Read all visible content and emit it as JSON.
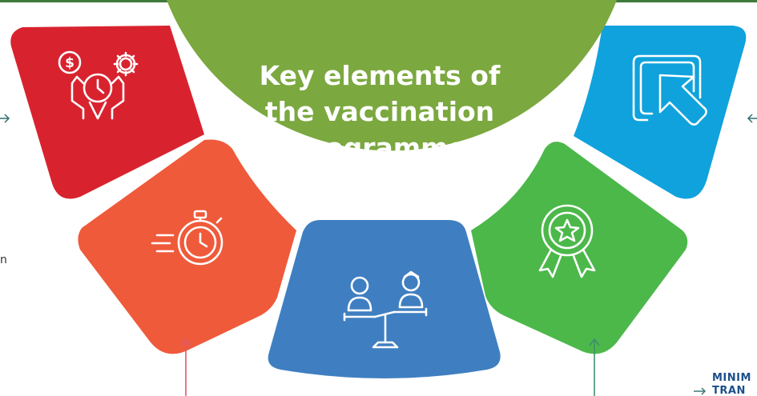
{
  "title_lines": [
    "Key elements of",
    "the vaccination",
    "programme"
  ],
  "edge_texts": {
    "bottom_right_line1": "MINIM",
    "bottom_right_line2": "TRAN",
    "left_fragment": "n"
  },
  "colors": {
    "top_line": "#3f7a3c",
    "center": "#7ba83f",
    "red": "#d8232f",
    "orange": "#ef5a3a",
    "blue": "#3f7fc1",
    "green": "#4cb84a",
    "cyan": "#0fa2dc",
    "navy_text": "#1c4f8a",
    "arrow_pink": "#e2586a",
    "arrow_green": "#3f8f6f"
  },
  "segments": [
    {
      "color": "red",
      "icon": "money-time-gear-icon"
    },
    {
      "color": "orange",
      "icon": "stopwatch-icon"
    },
    {
      "color": "blue",
      "icon": "people-balance-icon"
    },
    {
      "color": "green",
      "icon": "award-badge-icon"
    },
    {
      "color": "cyan",
      "icon": "cursor-arrow-icon"
    }
  ]
}
